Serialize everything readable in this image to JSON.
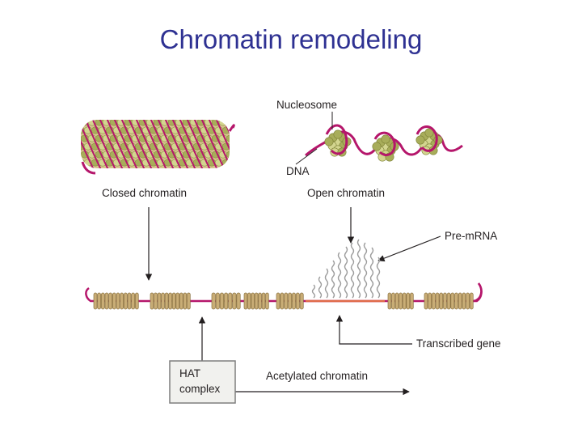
{
  "title": "Chromatin remodeling",
  "labels": {
    "nucleosome": "Nucleosome",
    "dna": "DNA",
    "closed_chromatin": "Closed chromatin",
    "open_chromatin": "Open chromatin",
    "pre_mrna": "Pre-mRNA",
    "transcribed_gene": "Transcribed gene",
    "hat_complex_line1": "HAT",
    "hat_complex_line2": "complex",
    "acetylated_chromatin": "Acetylated chromatin"
  },
  "colors": {
    "title": "#2e3192",
    "dna": "#b5166b",
    "histone": "#a8ad5a",
    "histone_highlight": "#d3d58f",
    "fiber_bead": "#c9ad76",
    "fiber_bead_edge": "#8c7444",
    "rna": "#9c9c9c",
    "arrow": "#231f20",
    "hat_box_fill": "#f1f1ee",
    "hat_box_border": "#7f7f7f"
  }
}
